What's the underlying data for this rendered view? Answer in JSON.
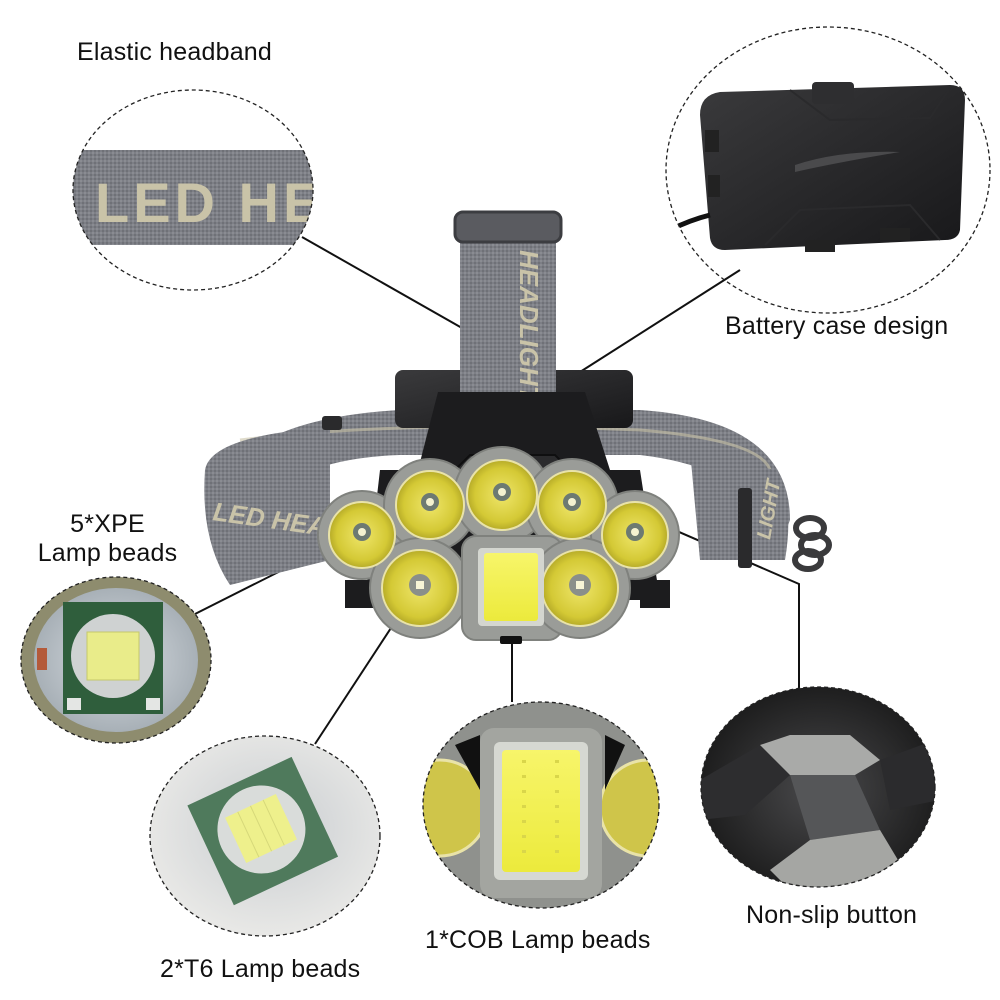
{
  "labels": {
    "elastic_headband": "Elastic headband",
    "battery_case": "Battery case design",
    "xpe_line1": "5*XPE",
    "xpe_line2": "Lamp beads",
    "t6": "2*T6 Lamp beads",
    "cob": "1*COB Lamp beads",
    "non_slip": "Non-slip button"
  },
  "strap_text": {
    "closeup": "LED HE",
    "top_strap": "HEADLIGHT",
    "left_band": "LED HEADL",
    "right_band": "LIGHT"
  },
  "product": {
    "xpe_count": 5,
    "t6_count": 2,
    "cob_count": 1
  },
  "colors": {
    "background": "#ffffff",
    "strap_gray": "#7d7f86",
    "strap_text": "#c9c3a8",
    "housing_black": "#1c1c1e",
    "bezel_gray": "#9a9c98",
    "lens_yellow": "#d9cf3a",
    "cob_yellow": "#f2f04a",
    "callout_line": "#111111"
  }
}
